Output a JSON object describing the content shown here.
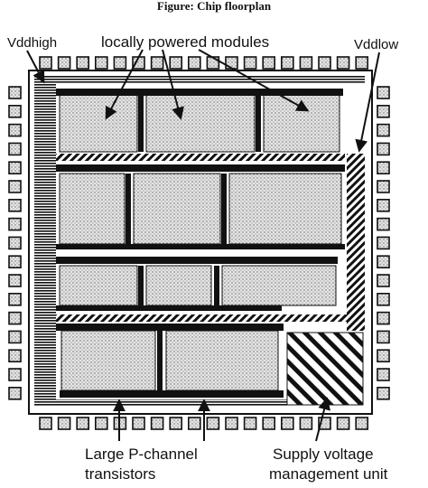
{
  "caption": "Figure: Chip floorplan",
  "labels": {
    "vddhigh": "Vddhigh",
    "vddlow": "Vddlow",
    "modules": "locally powered modules",
    "transistors_line1": "Large P-channel",
    "transistors_line2": "transistors",
    "svmu_line1": "Supply voltage",
    "svmu_line2": "management unit"
  },
  "colors": {
    "ink": "#111111",
    "module_fill": "#e6e6e6",
    "chip_fill": "#ffffff"
  }
}
